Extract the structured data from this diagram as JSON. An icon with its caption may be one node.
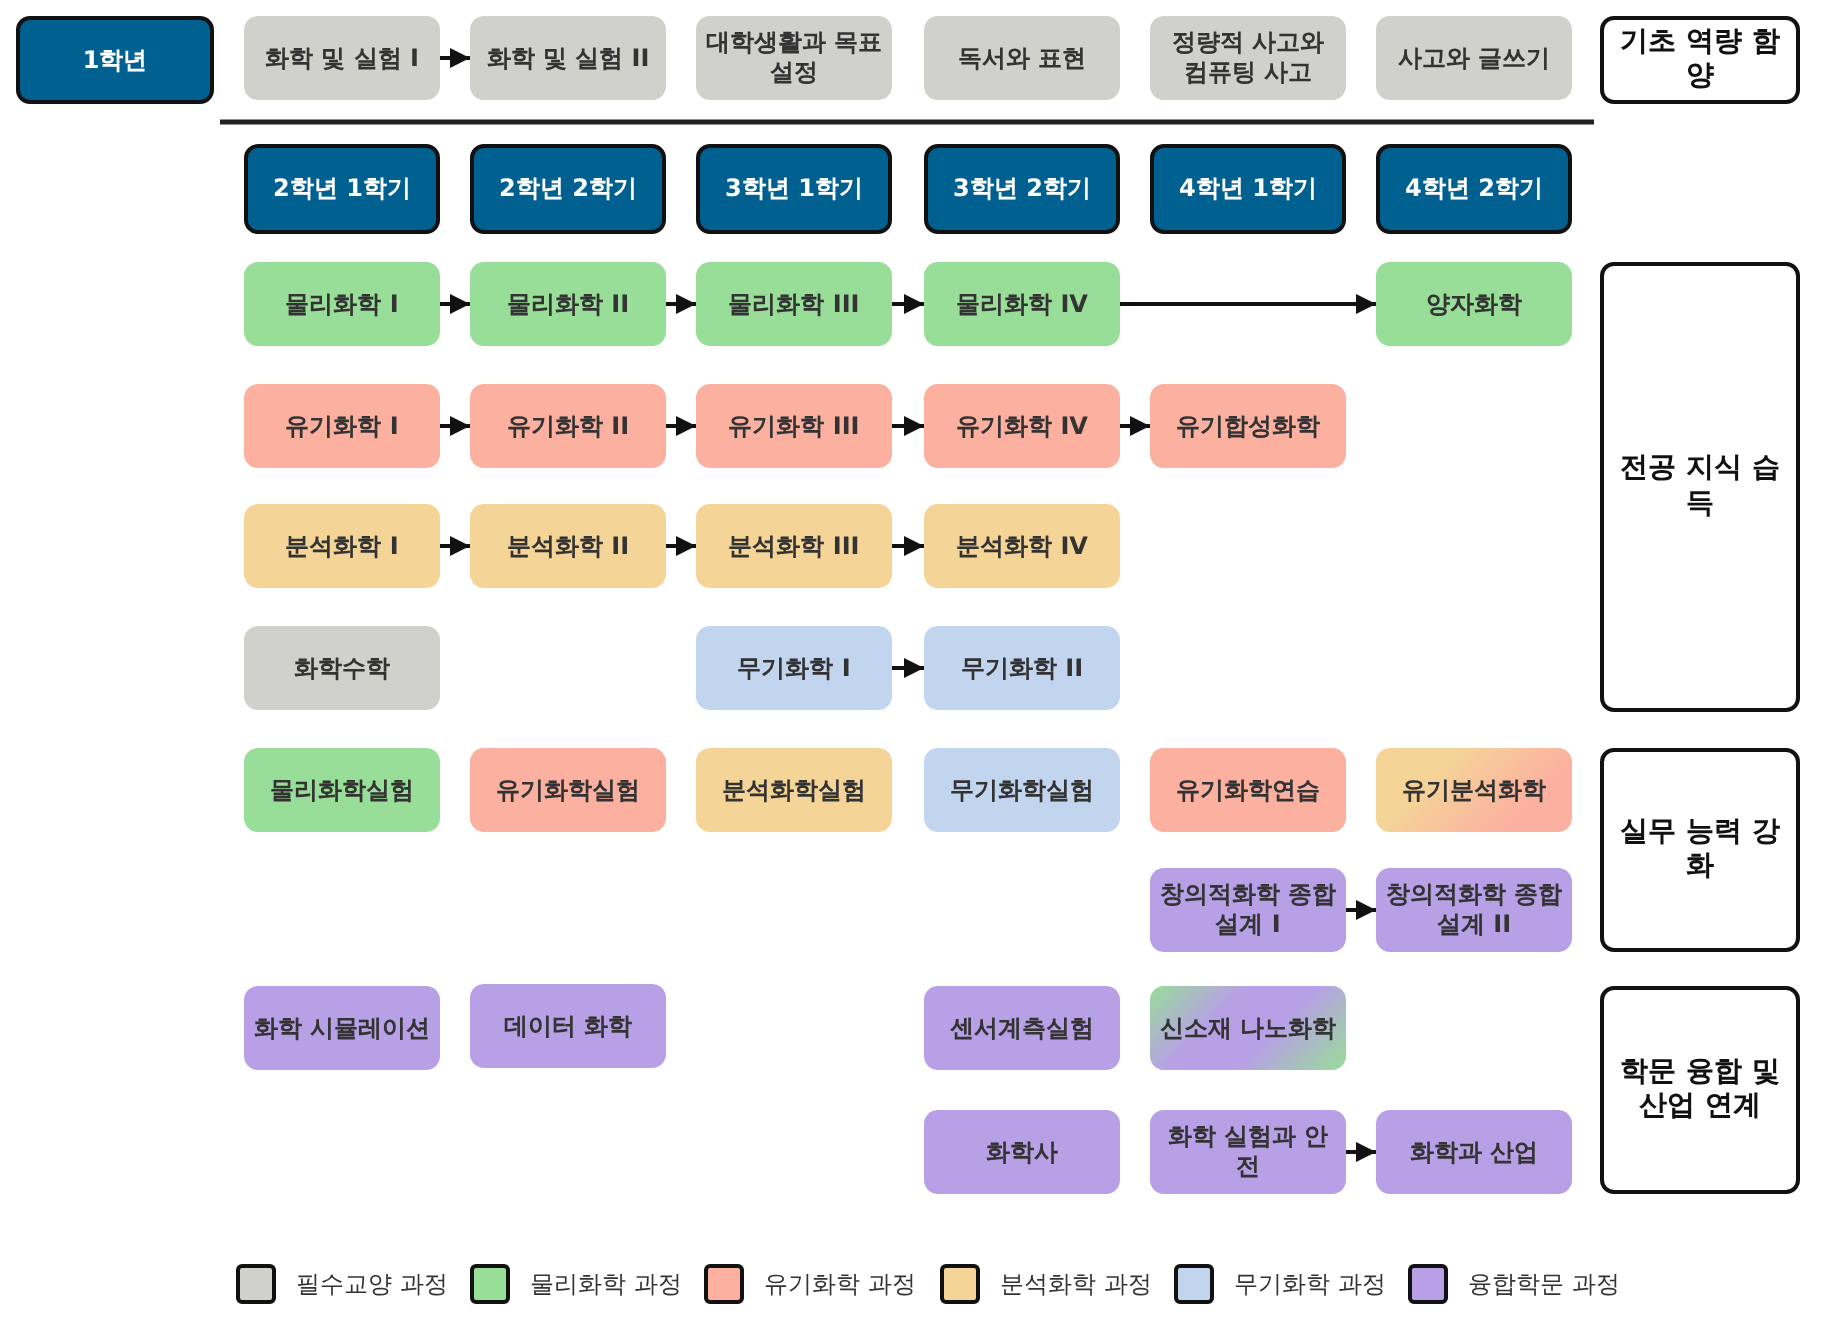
{
  "diagram": {
    "nodes": [
      {
        "text": [
          "1학년"
        ]
      },
      {
        "text": [
          "화학 및 실험 I"
        ]
      },
      {
        "text": [
          "화학 및 실험 II"
        ]
      },
      {
        "text": [
          "대학생활과 목표설정"
        ]
      },
      {
        "text": [
          "독서와 표현"
        ]
      },
      {
        "text": [
          "정량적 사고와 컴퓨팅 사고"
        ]
      },
      {
        "text": [
          "사고와 글쓰기"
        ]
      },
      {
        "text": [
          "기초 역량 함양"
        ]
      },
      {
        "text": [
          "2학년 1학기"
        ]
      },
      {
        "text": [
          "2학년 2학기"
        ]
      },
      {
        "text": [
          "3학년 1학기"
        ]
      },
      {
        "text": [
          "3학년 2학기"
        ]
      },
      {
        "text": [
          "4학년 1학기"
        ]
      },
      {
        "text": [
          "4학년 2학기"
        ]
      },
      {
        "text": [
          "물리화학 I"
        ]
      },
      {
        "text": [
          "물리화학 II"
        ]
      },
      {
        "text": [
          "물리화학 III"
        ]
      },
      {
        "text": [
          "물리화학 IV"
        ]
      },
      {
        "text": [
          "양자화학"
        ]
      },
      {
        "text": [
          "전공 지식 습득"
        ]
      },
      {
        "text": [
          "유기화학 I"
        ]
      },
      {
        "text": [
          "유기화학 II"
        ]
      },
      {
        "text": [
          "유기화학 III"
        ]
      },
      {
        "text": [
          "유기화학 IV"
        ]
      },
      {
        "text": [
          "유기합성화학"
        ]
      },
      {
        "text": [
          "분석화학 I"
        ]
      },
      {
        "text": [
          "분석화학 II"
        ]
      },
      {
        "text": [
          "분석화학 III"
        ]
      },
      {
        "text": [
          "분석화학 IV"
        ]
      },
      {
        "text": [
          "화학수학"
        ]
      },
      {
        "text": [
          "무기화학 I"
        ]
      },
      {
        "text": [
          "무기화학 II"
        ]
      },
      {
        "text": [
          "물리화학실험"
        ]
      },
      {
        "text": [
          "유기화학실험"
        ]
      },
      {
        "text": [
          "분석화학실험"
        ]
      },
      {
        "text": [
          "무기화학실험"
        ]
      },
      {
        "text": [
          "유기화학연습"
        ]
      },
      {
        "text": [
          "유기분석화학"
        ]
      },
      {
        "text": [
          "실무 능력 강화"
        ]
      },
      {
        "text": [
          "창의적화학 종합설계 I"
        ]
      },
      {
        "text": [
          "창의적화학 종합설계 II"
        ]
      },
      {
        "text": [
          "화학 시뮬레이션"
        ]
      },
      {
        "text": [
          "데이터 화학"
        ]
      },
      {
        "text": [
          "센서계측실험"
        ]
      },
      {
        "text": [
          "신소재 나노화학"
        ]
      },
      {
        "text": [
          "학문 융합 및 산업 연계"
        ]
      },
      {
        "text": [
          "화학사"
        ]
      },
      {
        "text": [
          "화학 실험과 안전"
        ]
      },
      {
        "text": [
          "화학과 산업"
        ]
      }
    ],
    "edges": [
      {
        "from": 1,
        "to": 2,
        "arrow": "to"
      },
      {
        "from": 14,
        "to": 15,
        "arrow": "to"
      },
      {
        "from": 15,
        "to": 16,
        "arrow": "to"
      },
      {
        "from": 16,
        "to": 17,
        "arrow": "to"
      },
      {
        "from": 17,
        "to": 18,
        "arrow": "to"
      },
      {
        "from": 20,
        "to": 21,
        "arrow": "to"
      },
      {
        "from": 21,
        "to": 22,
        "arrow": "to"
      },
      {
        "from": 22,
        "to": 23,
        "arrow": "to"
      },
      {
        "from": 23,
        "to": 24,
        "arrow": "to"
      },
      {
        "from": 25,
        "to": 26,
        "arrow": "to"
      },
      {
        "from": 26,
        "to": 27,
        "arrow": "to"
      },
      {
        "from": 27,
        "to": 28,
        "arrow": "to"
      },
      {
        "from": 30,
        "to": 31,
        "arrow": "to"
      },
      {
        "from": 39,
        "to": 40,
        "arrow": "to"
      },
      {
        "from": 47,
        "to": 48,
        "arrow": "to"
      }
    ],
    "legend": [
      {
        "text": "필수교양 과정",
        "color": "#d0d1cb"
      },
      {
        "text": "물리화학 과정",
        "color": "#98dd98"
      },
      {
        "text": "유기화학 과정",
        "color": "#fbb0a0"
      },
      {
        "text": "분석화학 과정",
        "color": "#f5d498"
      },
      {
        "text": "무기화학 과정",
        "color": "#c2d5ef"
      },
      {
        "text": "융합학문 과정",
        "color": "#b8a0e6"
      }
    ]
  }
}
